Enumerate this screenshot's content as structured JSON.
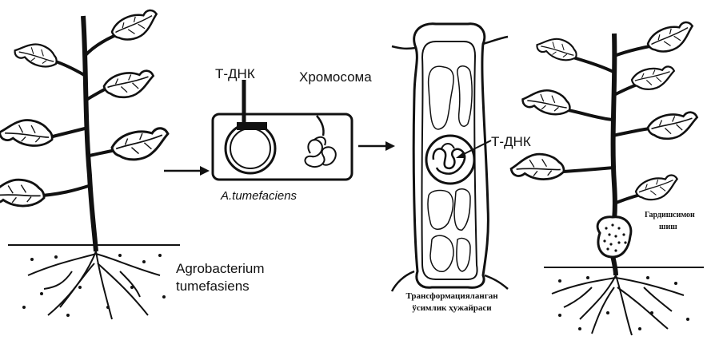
{
  "labels": {
    "t_dna_plasmid": "Т-ДНК",
    "chromosome": "Хромосома",
    "bacterium_name": "A.tumefaciens",
    "agro_line1": "Agrobacterium",
    "agro_line2": "tumefasiens",
    "t_dna_cell": "Т-ДНК",
    "transformed_line1": "Трансформацияланган",
    "transformed_line2": "ўсимлик ҳужайраси",
    "gall": "Гардишсимон",
    "gall_line2": "шиш"
  }
}
